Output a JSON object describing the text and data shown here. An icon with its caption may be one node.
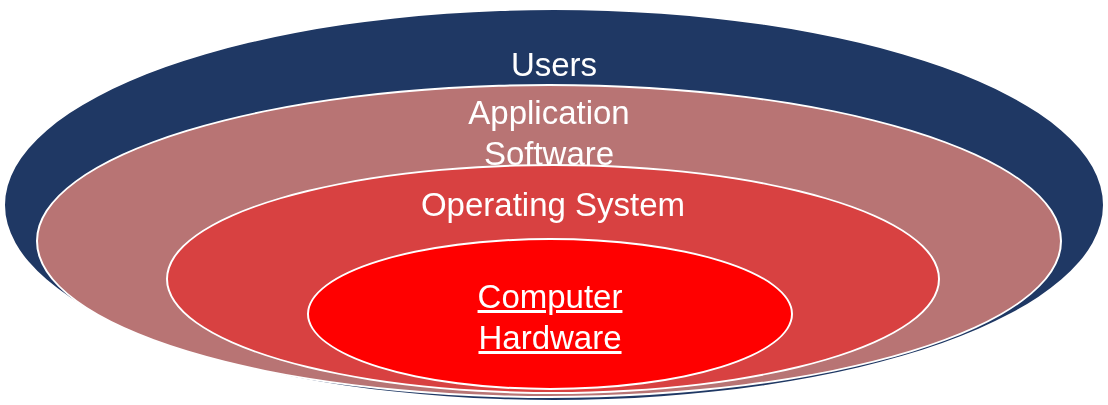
{
  "diagram": {
    "nodes": [
      {
        "text": [
          "Users"
        ]
      },
      {
        "text": [
          "Application Software"
        ],
        "in": 0
      },
      {
        "text": [
          "Operating System"
        ],
        "in": 1
      },
      {
        "text": [
          "Computer Hardware"
        ],
        "in": 2
      }
    ]
  }
}
